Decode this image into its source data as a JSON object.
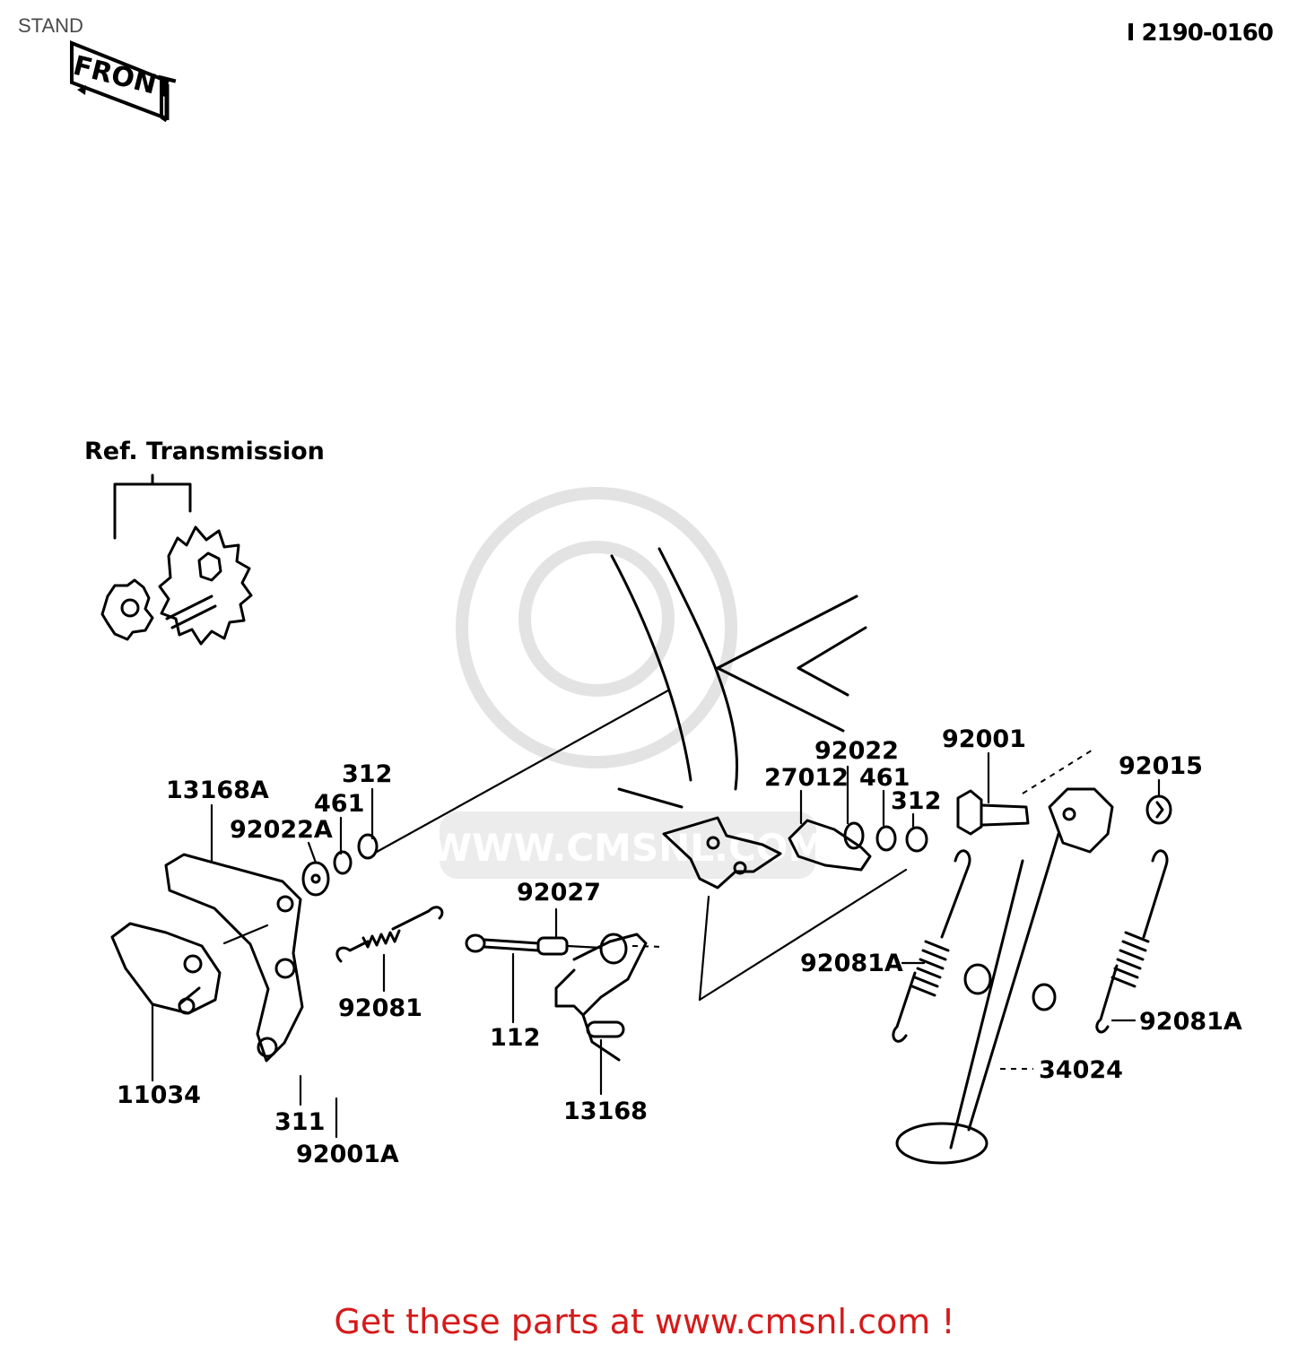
{
  "page": {
    "title": "STAND",
    "diagram_code": "I 2190-0160",
    "banner": "Get these parts at www.cmsnl.com !"
  },
  "diagram": {
    "front_marker": "FRONT",
    "ref_label": "Ref. Transmission",
    "watermark_text": "WWW.CMSNL.COM",
    "parts": [
      {
        "id": "13168A"
      },
      {
        "id": "312"
      },
      {
        "id": "461"
      },
      {
        "id": "92022A"
      },
      {
        "id": "92081"
      },
      {
        "id": "11034"
      },
      {
        "id": "311"
      },
      {
        "id": "92001A"
      },
      {
        "id": "92027"
      },
      {
        "id": "112"
      },
      {
        "id": "13168"
      },
      {
        "id": "92022"
      },
      {
        "id": "27012"
      },
      {
        "id": "461"
      },
      {
        "id": "312"
      },
      {
        "id": "92001"
      },
      {
        "id": "92015"
      },
      {
        "id": "92081A"
      },
      {
        "id": "92081A"
      },
      {
        "id": "34024"
      }
    ]
  }
}
